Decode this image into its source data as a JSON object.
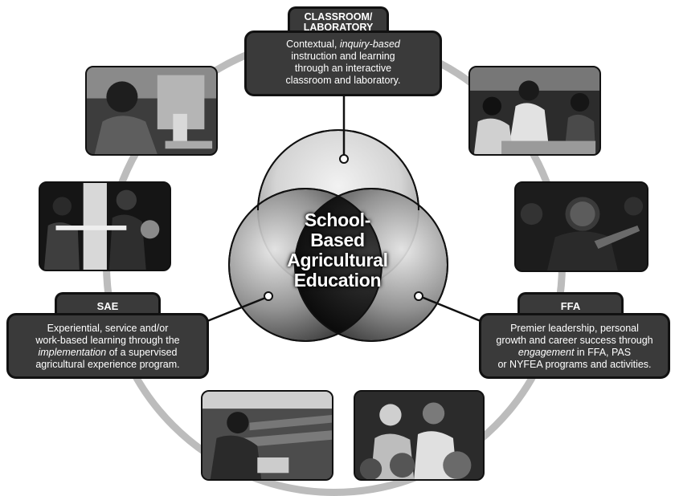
{
  "center": {
    "lines": [
      "School-",
      "Based",
      "Agricultural",
      "Education"
    ]
  },
  "classroom": {
    "title_lines": [
      "CLASSROOM/",
      "LABORATORY"
    ],
    "line1_prefix": "Contextual, ",
    "line1_em": "inquiry-based",
    "line2": "instruction and learning",
    "line3": "through an interactive",
    "line4": "classroom and laboratory."
  },
  "sae": {
    "title": "SAE",
    "line1": "Experiential, service and/or",
    "line2": "work-based learning through the",
    "line3_em": "implementation",
    "line3_suffix": " of a supervised",
    "line4": "agricultural experience program."
  },
  "ffa": {
    "title": "FFA",
    "line1": "Premier leadership, personal",
    "line2": "growth and career success through",
    "line3_em": "engagement",
    "line3_suffix": " in FFA, PAS",
    "line4": "or NYFEA programs and activities."
  },
  "photos": [
    {
      "name": "microscope-students-photo"
    },
    {
      "name": "classroom-group-photo"
    },
    {
      "name": "lab-measurement-photo"
    },
    {
      "name": "ffa-speaker-photo"
    },
    {
      "name": "field-laptop-photo"
    },
    {
      "name": "plant-inspection-photo"
    }
  ],
  "colors": {
    "ring": "#bcbcbc",
    "box_fill": "#3a3a3a",
    "text": "#ffffff"
  }
}
